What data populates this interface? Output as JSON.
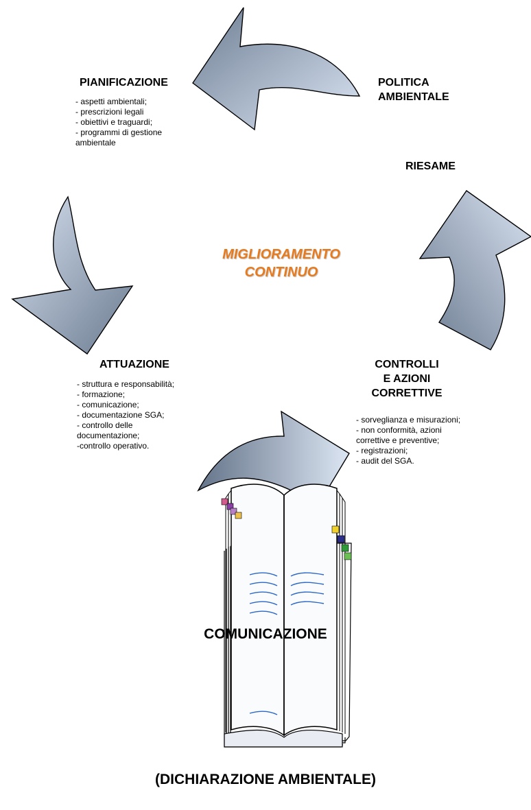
{
  "center": {
    "line1": "MIGLIORAMENTO",
    "line2": "CONTINUO",
    "color": "#e87a1e"
  },
  "pianificazione": {
    "title": "PIANIFICAZIONE",
    "items": [
      "- aspetti ambientali;",
      "- prescrizioni legali",
      "- obiettivi e traguardi;",
      "- programmi di gestione",
      "ambientale"
    ]
  },
  "politica": {
    "line1": "POLITICA",
    "line2": "AMBIENTALE"
  },
  "riesame": {
    "title": "RIESAME"
  },
  "attuazione": {
    "title": "ATTUAZIONE",
    "items": [
      "- struttura e responsabilità;",
      "- formazione;",
      "- comunicazione;",
      "- documentazione SGA;",
      "- controllo delle",
      "documentazione;",
      "-controllo operativo."
    ]
  },
  "controlli": {
    "line1": "CONTROLLI",
    "line2": "E AZIONI",
    "line3": "CORRETTIVE",
    "items": [
      "- sorveglianza e misurazioni;",
      "- non conformità, azioni",
      "correttive e preventive;",
      "- registrazioni;",
      "- audit del SGA."
    ]
  },
  "comunicazione": {
    "title": "COMUNICAZIONE",
    "subtitle": "(DICHIARAZIONE AMBIENTALE)"
  },
  "icons": {
    "arrow_fill_top": "#c8d8ec",
    "arrow_fill_bottom": "#6f7e94",
    "book": "open-book-icon"
  }
}
